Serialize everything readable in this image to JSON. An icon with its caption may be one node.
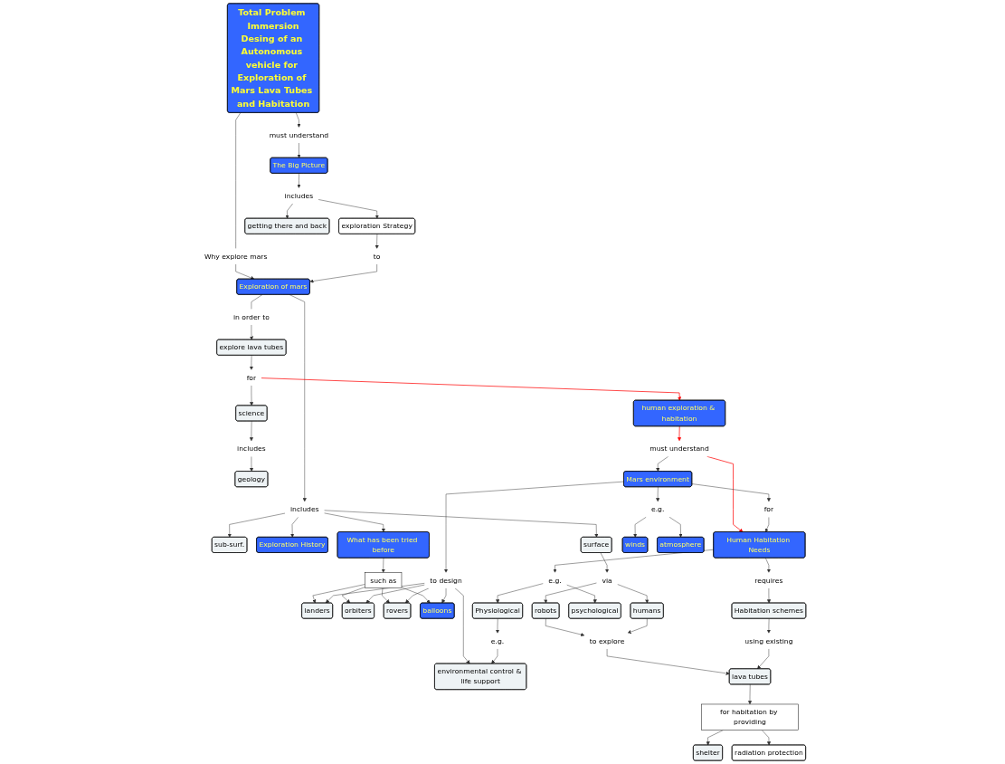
{
  "diagram": {
    "nodes": [
      {
        "text": [
          "Total Problem Immersion",
          "Desing of an Autonomous vehicle for Exploration of Mars Lava Tubes and Habitation"
        ]
      },
      {
        "text": [
          "Why explore mars"
        ]
      },
      {
        "text": [
          "must understand"
        ]
      },
      {
        "text": [
          "Exploration of mars"
        ]
      },
      {
        "text": [
          "The Big Picture"
        ]
      },
      {
        "text": [
          "in order to"
        ]
      },
      {
        "text": [
          "includes"
        ]
      },
      {
        "text": [
          "to"
        ]
      },
      {
        "text": [
          "exploration Strategy"
        ]
      },
      {
        "text": [
          "includes"
        ]
      },
      {
        "text": [
          "getting there and back"
        ]
      },
      {
        "text": [
          "geology"
        ]
      },
      {
        "text": [
          "includes"
        ]
      },
      {
        "text": [
          "science"
        ]
      },
      {
        "text": [
          "explore lava tubes"
        ]
      },
      {
        "text": [
          "for"
        ]
      },
      {
        "text": [
          "sub-surf."
        ]
      },
      {
        "text": [
          "Exploration History"
        ]
      },
      {
        "text": [
          "surface"
        ]
      },
      {
        "text": [
          "What has been tried before"
        ]
      },
      {
        "text": [
          "via"
        ]
      },
      {
        "text": [
          "human exploration & habitation"
        ]
      },
      {
        "text": [
          "must understand"
        ]
      },
      {
        "text": [
          "Mars environment"
        ]
      },
      {
        "text": [
          "Human Habitation Needs"
        ]
      },
      {
        "text": [
          "landers"
        ]
      },
      {
        "text": [
          "such as"
        ]
      },
      {
        "text": [
          "orbiters"
        ]
      },
      {
        "text": [
          "to design"
        ]
      },
      {
        "text": [
          "rovers"
        ]
      },
      {
        "text": [
          "for"
        ]
      },
      {
        "text": [
          "e.g."
        ]
      },
      {
        "text": [
          "winds"
        ]
      },
      {
        "text": [
          "atmosphere"
        ]
      },
      {
        "text": [
          "balloons"
        ]
      },
      {
        "text": [
          "robots"
        ]
      },
      {
        "text": [
          "humans"
        ]
      },
      {
        "text": [
          "e.g."
        ]
      },
      {
        "text": [
          "Physiological"
        ]
      },
      {
        "text": [
          "psychological"
        ]
      },
      {
        "text": [
          "requires"
        ]
      },
      {
        "text": [
          "Habitation schemes"
        ]
      },
      {
        "text": [
          "e.g."
        ]
      },
      {
        "text": [
          "environmental control & life support"
        ]
      },
      {
        "text": [
          "to explore"
        ]
      },
      {
        "text": [
          "shelter"
        ]
      },
      {
        "text": [
          "radiation protection"
        ]
      },
      {
        "text": [
          "using existing"
        ]
      },
      {
        "text": [
          "lava tubes"
        ]
      },
      {
        "text": [
          "for habitation by providing"
        ]
      }
    ],
    "edges": [
      {
        "from": 0,
        "to": 1,
        "arrow": "none"
      },
      {
        "from": 1,
        "to": 3,
        "arrow": "to"
      },
      {
        "from": 0,
        "to": 2,
        "arrow": "to"
      },
      {
        "from": 2,
        "to": 4,
        "arrow": "to"
      },
      {
        "from": 3,
        "to": 5,
        "arrow": "none"
      },
      {
        "from": 5,
        "to": 14,
        "arrow": "to"
      },
      {
        "from": 3,
        "to": 6,
        "arrow": "to"
      },
      {
        "from": 6,
        "to": 16,
        "arrow": "to"
      },
      {
        "from": 6,
        "to": 17,
        "arrow": "to"
      },
      {
        "from": 6,
        "to": 19,
        "arrow": "to"
      },
      {
        "from": 6,
        "to": 18,
        "arrow": "to"
      },
      {
        "from": 8,
        "to": 7,
        "arrow": "to"
      },
      {
        "from": 7,
        "to": 3,
        "arrow": "to"
      },
      {
        "from": 4,
        "to": 9,
        "arrow": "to"
      },
      {
        "from": 9,
        "to": 8,
        "arrow": "to"
      },
      {
        "from": 9,
        "to": 10,
        "arrow": "to"
      },
      {
        "from": 13,
        "to": 12,
        "arrow": "to"
      },
      {
        "from": 12,
        "to": 11,
        "arrow": "to"
      },
      {
        "from": 14,
        "to": 15,
        "arrow": "to"
      },
      {
        "from": 15,
        "to": 13,
        "arrow": "to"
      },
      {
        "from": 15,
        "to": 21,
        "arrow": "to",
        "color": "#ff0000"
      },
      {
        "from": 21,
        "to": 22,
        "arrow": "to",
        "color": "#ff0000"
      },
      {
        "from": 22,
        "to": 23,
        "arrow": "to"
      },
      {
        "from": 22,
        "to": 24,
        "arrow": "to",
        "color": "#ff0000"
      },
      {
        "from": 18,
        "to": 20,
        "arrow": "to"
      },
      {
        "from": 20,
        "to": 35,
        "arrow": "to"
      },
      {
        "from": 20,
        "to": 36,
        "arrow": "to"
      },
      {
        "from": 19,
        "to": 26,
        "arrow": "to"
      },
      {
        "from": 26,
        "to": 25,
        "arrow": "to"
      },
      {
        "from": 26,
        "to": 27,
        "arrow": "to"
      },
      {
        "from": 26,
        "to": 29,
        "arrow": "to"
      },
      {
        "from": 26,
        "to": 34,
        "arrow": "to"
      },
      {
        "from": 23,
        "to": 30,
        "arrow": "to"
      },
      {
        "from": 30,
        "to": 24,
        "arrow": "to"
      },
      {
        "from": 23,
        "to": 31,
        "arrow": "to"
      },
      {
        "from": 31,
        "to": 32,
        "arrow": "to"
      },
      {
        "from": 31,
        "to": 33,
        "arrow": "to"
      },
      {
        "from": 23,
        "to": 28,
        "arrow": "to"
      },
      {
        "from": 28,
        "to": 25,
        "arrow": "to"
      },
      {
        "from": 28,
        "to": 27,
        "arrow": "to"
      },
      {
        "from": 28,
        "to": 29,
        "arrow": "to"
      },
      {
        "from": 28,
        "to": 34,
        "arrow": "to"
      },
      {
        "from": 28,
        "to": 43,
        "arrow": "to"
      },
      {
        "from": 24,
        "to": 37,
        "arrow": "to"
      },
      {
        "from": 37,
        "to": 38,
        "arrow": "to"
      },
      {
        "from": 37,
        "to": 39,
        "arrow": "to"
      },
      {
        "from": 24,
        "to": 40,
        "arrow": "to"
      },
      {
        "from": 40,
        "to": 41,
        "arrow": "to"
      },
      {
        "from": 38,
        "to": 42,
        "arrow": "to"
      },
      {
        "from": 42,
        "to": 43,
        "arrow": "to"
      },
      {
        "from": 35,
        "to": 44,
        "arrow": "to"
      },
      {
        "from": 36,
        "to": 44,
        "arrow": "to"
      },
      {
        "from": 44,
        "to": 48,
        "arrow": "to"
      },
      {
        "from": 41,
        "to": 47,
        "arrow": "to"
      },
      {
        "from": 47,
        "to": 48,
        "arrow": "to"
      },
      {
        "from": 48,
        "to": 49,
        "arrow": "to"
      },
      {
        "from": 49,
        "to": 45,
        "arrow": "to"
      },
      {
        "from": 49,
        "to": 46,
        "arrow": "to"
      }
    ]
  }
}
